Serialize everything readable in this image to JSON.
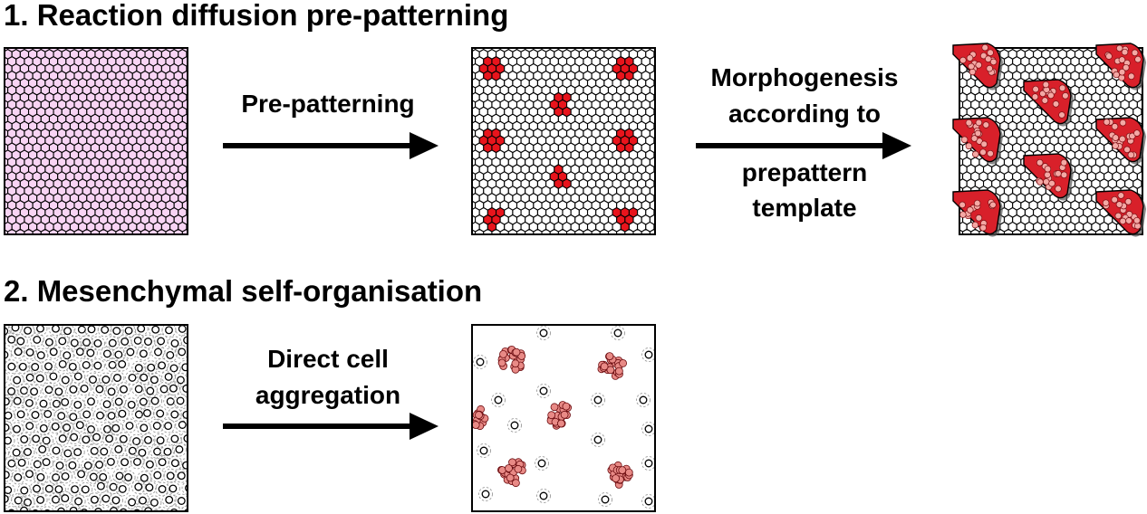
{
  "section1": {
    "title": "1. Reaction diffusion pre-patterning",
    "arrow1_label": "Pre-patterning",
    "arrow2_label_lines": [
      "Morphogenesis",
      "according to",
      "prepattern",
      "template"
    ]
  },
  "section2": {
    "title": "2. Mesenchymal self-organisation",
    "arrow_label_lines": [
      "Direct cell",
      "aggregation"
    ]
  },
  "colors": {
    "uniform_tissue_fill": "#f8d4f4",
    "placode_red": "#e8141c",
    "bud_red": "#d8202a",
    "aggregate_cell": "#e88a86",
    "outline": "#000000",
    "halo_grey": "#9a9a9a"
  },
  "icons": {
    "arrow": "right-arrow-icon",
    "hex_cell": "hexagon",
    "free_cell": "ring-cell",
    "bud": "cone-bud"
  }
}
